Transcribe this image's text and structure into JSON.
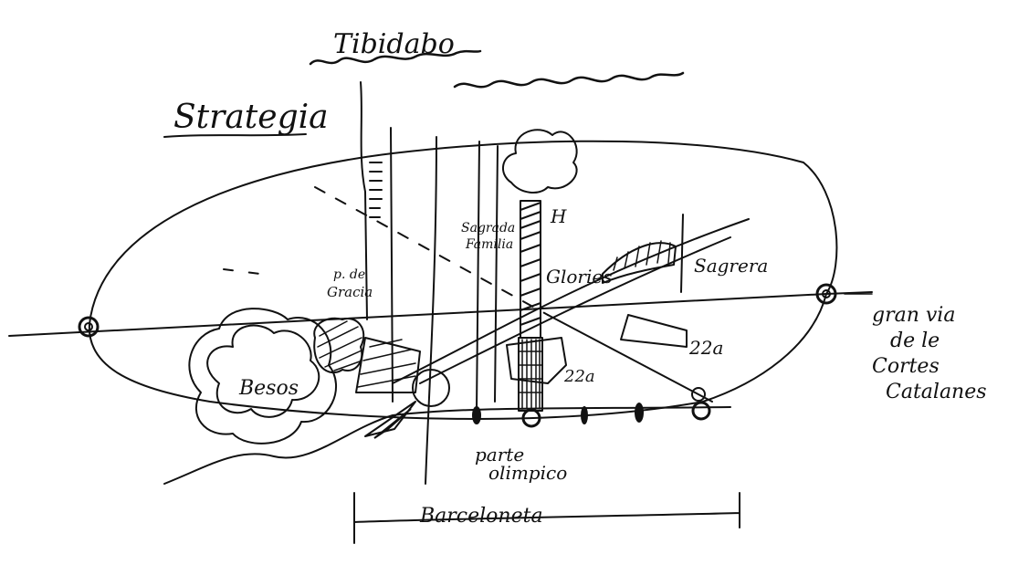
{
  "labels": {
    "tibidabo": "Tibidabo",
    "strategia": "Strategia",
    "sagrada_line1": "Sagrada",
    "sagrada_line2": "Familia",
    "p_gracia_line1": "p. de",
    "p_gracia_line2": "Gracia",
    "glories": "Glories",
    "sagrera": "Sagrera",
    "gran_via_line1": "gran via",
    "gran_via_line2": "de le",
    "gran_via_line3": "Cortes",
    "gran_via_line4": "Catalanes",
    "besos": "Besos",
    "parc_line1": "parte",
    "parc_line2": "olimpico",
    "barceloneta": "Barceloneta",
    "label_22a_right": "22a",
    "label_22a_center": "22a",
    "h_mark": "H"
  },
  "colors": {
    "ink": "#111111",
    "paper": "#ffffff"
  }
}
